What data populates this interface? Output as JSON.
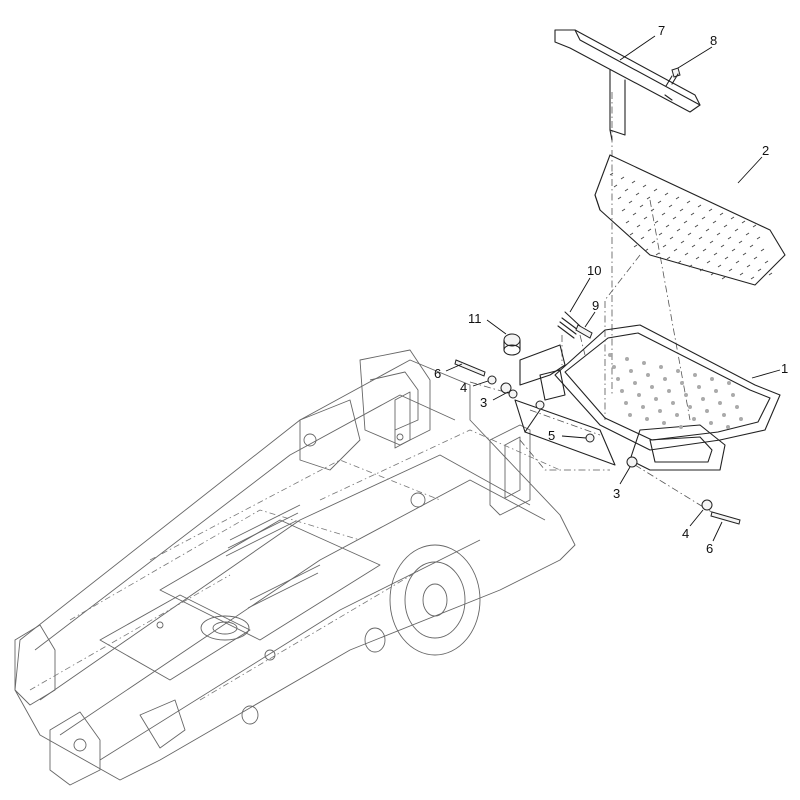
{
  "callouts": [
    {
      "id": "c7a",
      "text": "7"
    },
    {
      "id": "c8a",
      "text": "8"
    },
    {
      "id": "c2a",
      "text": "2"
    },
    {
      "id": "c10a",
      "text": "10"
    },
    {
      "id": "c9a",
      "text": "9"
    },
    {
      "id": "c11a",
      "text": "11"
    },
    {
      "id": "c1a",
      "text": "1"
    },
    {
      "id": "c6a",
      "text": "6"
    },
    {
      "id": "c4a",
      "text": "4"
    },
    {
      "id": "c3a",
      "text": "3"
    },
    {
      "id": "c5a",
      "text": "5"
    },
    {
      "id": "c3b",
      "text": "3"
    },
    {
      "id": "c4b",
      "text": "4"
    },
    {
      "id": "c6b",
      "text": "6"
    }
  ]
}
